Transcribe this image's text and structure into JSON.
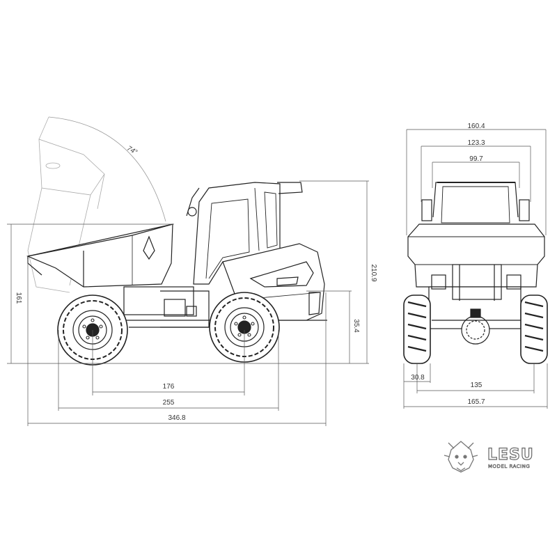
{
  "side_view": {
    "dims": {
      "tip_angle": "74°",
      "height_left": "161",
      "height_total": "210.9",
      "ground_clearance": "35.4",
      "wheelbase": "176",
      "track_length": "255",
      "overall_length": "346.8"
    }
  },
  "front_view": {
    "dims": {
      "width_top": "160.4",
      "width_mid": "123.3",
      "width_inner": "99.7",
      "tire_width": "30.8",
      "track": "135",
      "overall_width": "165.7"
    }
  },
  "brand": {
    "logo_text": "LESU",
    "tagline": "MODEL RACING",
    "logo_icon": "lion-head-icon"
  }
}
